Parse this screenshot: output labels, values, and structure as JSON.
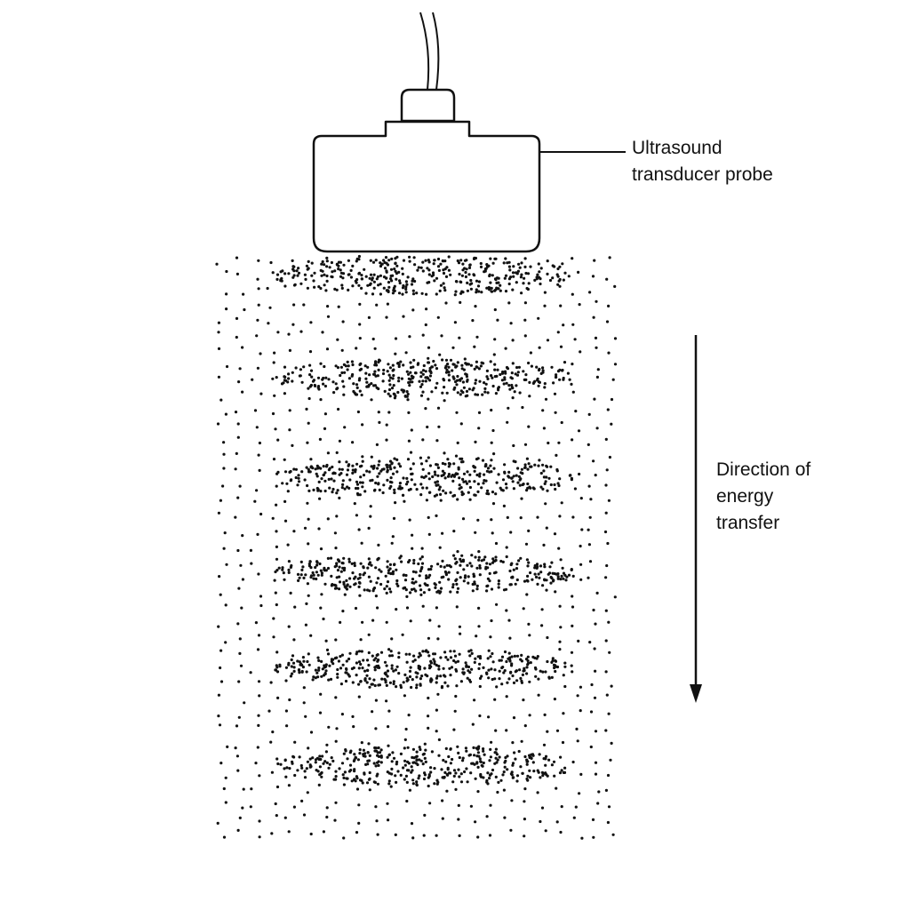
{
  "labels": {
    "probe_line1": "Ultrasound",
    "probe_line2": "transducer probe",
    "direction_line1": "Direction of",
    "direction_line2": "energy",
    "direction_line3": "transfer"
  },
  "colors": {
    "ink": "#111111",
    "background": "#ffffff"
  },
  "icons": {
    "probe": "transducer-probe-icon",
    "arrow": "down-arrow-icon"
  }
}
